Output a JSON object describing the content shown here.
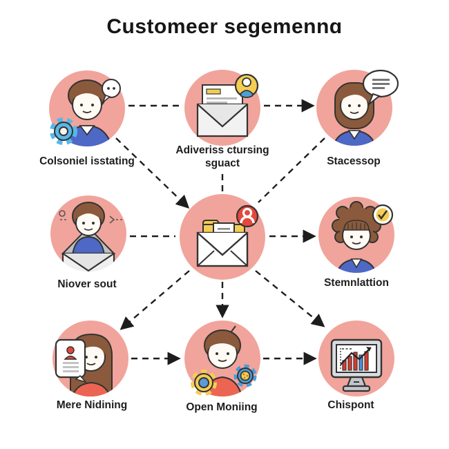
{
  "title": "Customeer segemennɑ",
  "nodes": {
    "top_left": {
      "label": "Colsoniel isstating",
      "icon": "person-with-gear-and-chat"
    },
    "top_middle": {
      "label": "Adiveriss ctursing sguact",
      "icon": "open-letter-with-avatar"
    },
    "top_right": {
      "label": "Stacessop",
      "icon": "woman-with-speech-bubble"
    },
    "middle_left": {
      "label": "Niover sout",
      "icon": "boy-in-envelope"
    },
    "center": {
      "label": "",
      "icon": "envelope-with-folder-and-red-avatar"
    },
    "middle_right": {
      "label": "Stemnlattion",
      "icon": "curly-person-with-checkmark"
    },
    "bottom_left": {
      "label": "Mere Nidining",
      "icon": "woman-with-id-card"
    },
    "bottom_middle": {
      "label": "Open Moniing",
      "icon": "boy-with-gears"
    },
    "bottom_right": {
      "label": "Chispont",
      "icon": "monitor-with-bar-chart"
    }
  },
  "colors": {
    "node_circle": "#F1A49B",
    "accent_blue": "#4E68C6",
    "accent_lightblue": "#57B8E8",
    "accent_yellow": "#F4CD52",
    "accent_red": "#E4483C",
    "shirt_red": "#EC6552",
    "hair_brown": "#8B5A3C",
    "connector": "#1D1D1D"
  }
}
